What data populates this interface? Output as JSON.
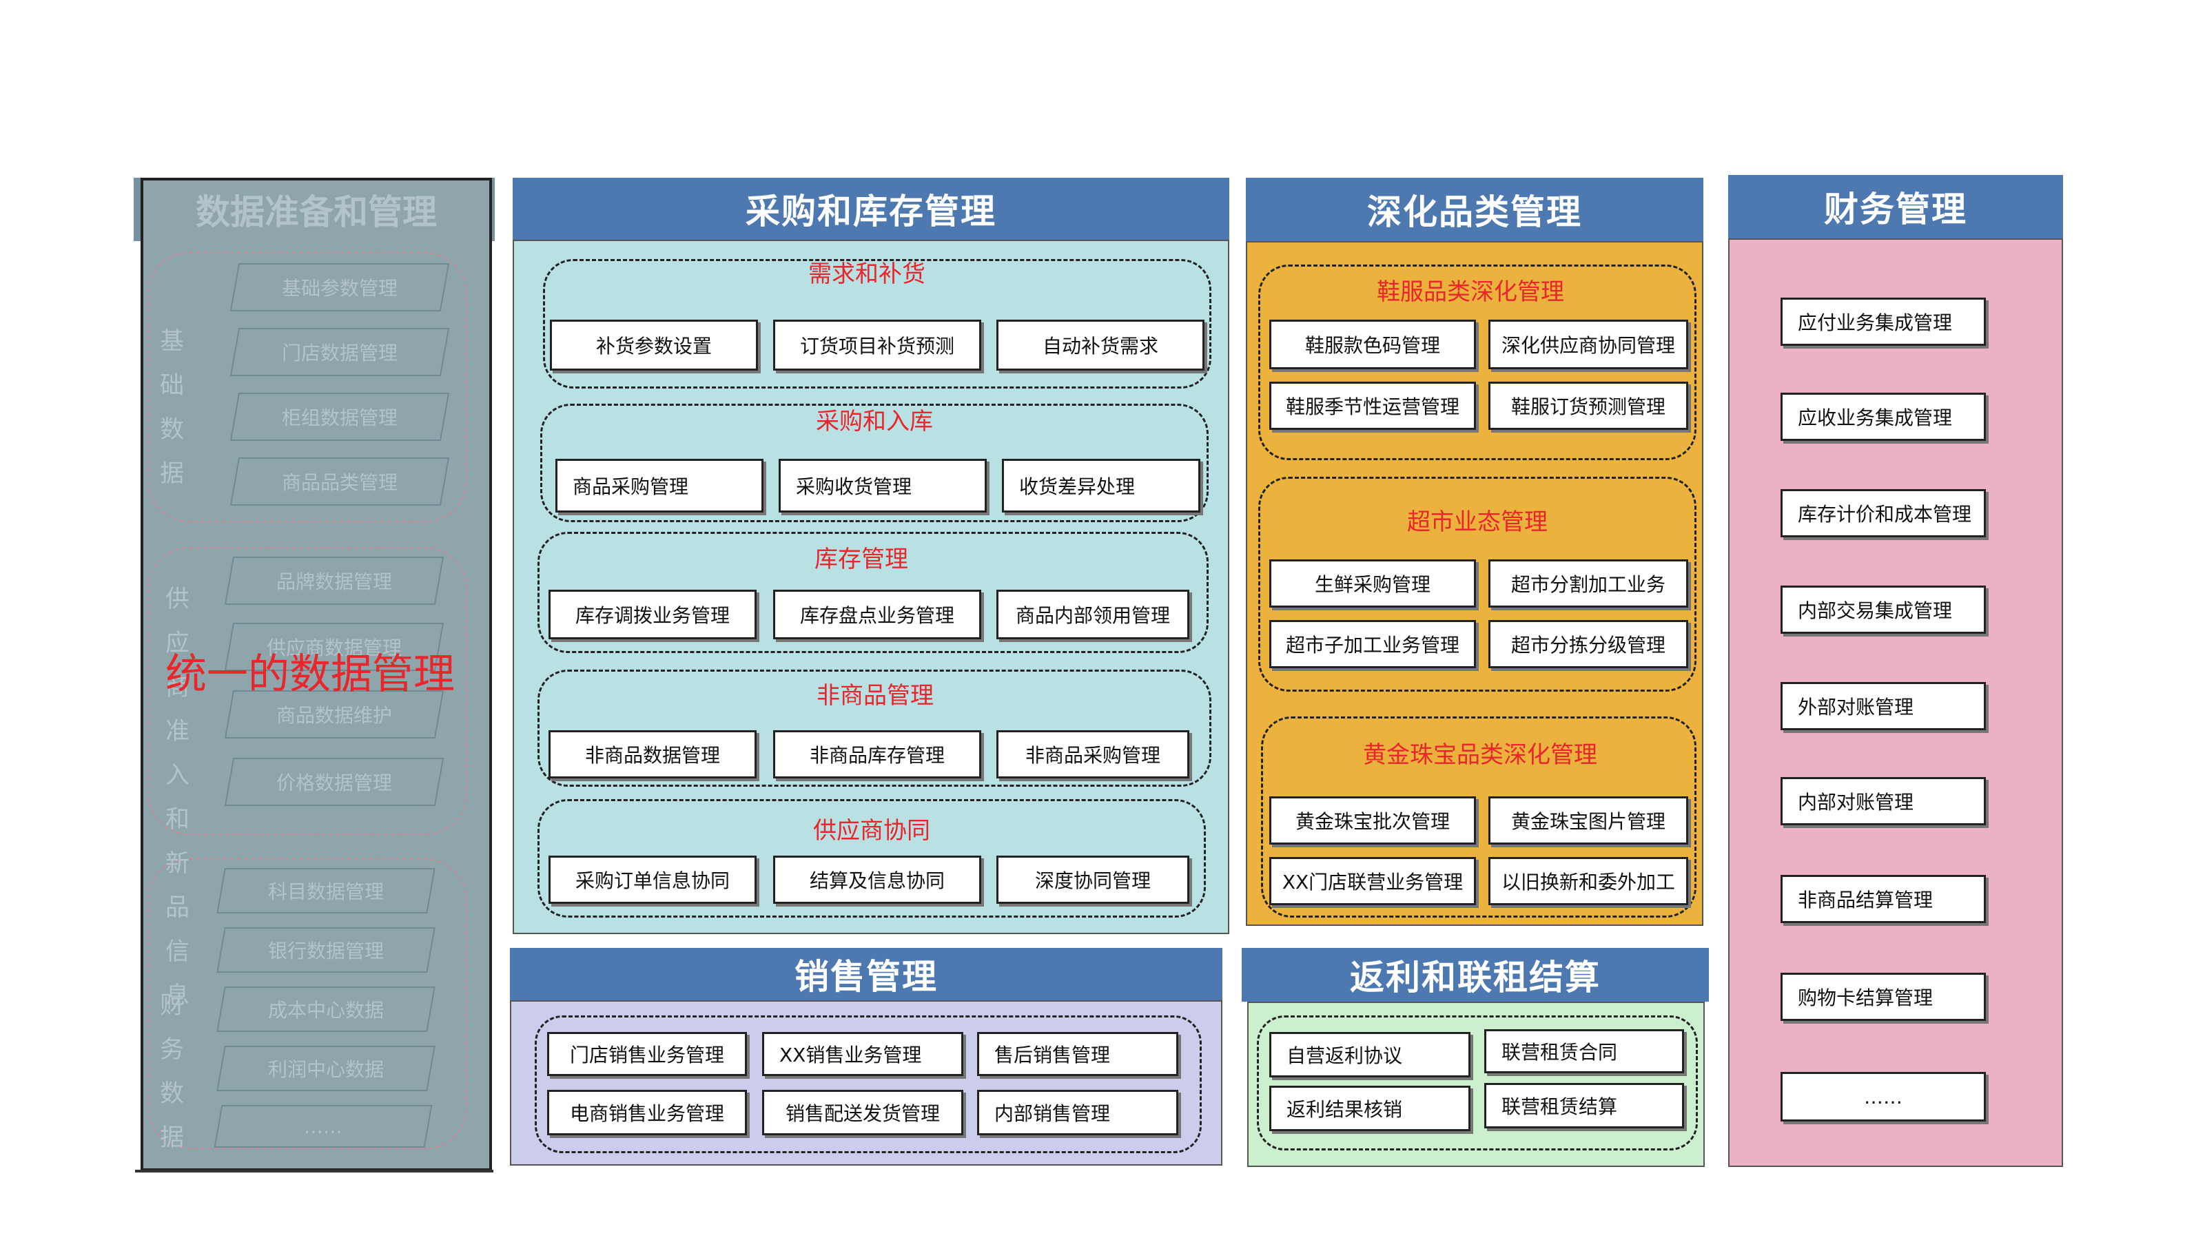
{
  "data_prep": {
    "title": "数据准备和管理",
    "overlay": "统一的数据管理",
    "groups": [
      {
        "label": "基础数据",
        "items": [
          "基础参数管理",
          "门店数据管理",
          "柜组数据管理",
          "商品品类管理"
        ]
      },
      {
        "label": "供应商准入和新品信息",
        "items": [
          "品牌数据管理",
          "供应商数据管理",
          "商品数据维护",
          "价格数据管理"
        ]
      },
      {
        "label": "财务数据",
        "items": [
          "科目数据管理",
          "银行数据管理",
          "成本中心数据",
          "利润中心数据",
          "……"
        ]
      }
    ]
  },
  "purchase": {
    "title": "采购和库存管理",
    "groups": [
      {
        "title": "需求和补货",
        "items": [
          "补货参数设置",
          "订货项目补货预测",
          "自动补货需求"
        ]
      },
      {
        "title": "采购和入库",
        "items": [
          "商品采购管理",
          "采购收货管理",
          "收货差异处理"
        ]
      },
      {
        "title": "库存管理",
        "items": [
          "库存调拨业务管理",
          "库存盘点业务管理",
          "商品内部领用管理"
        ]
      },
      {
        "title": "非商品管理",
        "items": [
          "非商品数据管理",
          "非商品库存管理",
          "非商品采购管理"
        ]
      },
      {
        "title": "供应商协同",
        "items": [
          "采购订单信息协同",
          "结算及信息协同",
          "深度协同管理"
        ]
      }
    ]
  },
  "sales": {
    "title": "销售管理",
    "items": [
      "门店销售业务管理",
      "XX销售业务管理",
      "售后销售管理",
      "电商销售业务管理",
      "销售配送发货管理",
      "内部销售管理"
    ]
  },
  "category": {
    "title": "深化品类管理",
    "groups": [
      {
        "title": "鞋服品类深化管理",
        "items": [
          "鞋服款色码管理",
          "深化供应商协同管理",
          "鞋服季节性运营管理",
          "鞋服订货预测管理"
        ]
      },
      {
        "title": "超市业态管理",
        "items": [
          "生鲜采购管理",
          "超市分割加工业务",
          "超市子加工业务管理",
          "超市分拣分级管理"
        ]
      },
      {
        "title": "黄金珠宝品类深化管理",
        "items": [
          "黄金珠宝批次管理",
          "黄金珠宝图片管理",
          "XX门店联营业务管理",
          "以旧换新和委外加工"
        ]
      }
    ]
  },
  "rebate": {
    "title": "返利和联租结算",
    "items": [
      "自营返利协议",
      "联营租赁合同",
      "返利结果核销",
      "联营租赁结算"
    ]
  },
  "finance": {
    "title": "财务管理",
    "items": [
      "应付业务集成管理",
      "应收业务集成管理",
      "库存计价和成本管理",
      "内部交易集成管理",
      "外部对账管理",
      "内部对账管理",
      "非商品结算管理",
      "购物卡结算管理",
      "……"
    ]
  },
  "colors": {
    "header": "#4e78b0",
    "purchase_bg": "#b9e0e3",
    "category_bg": "#ebb33e",
    "sales_bg": "#cccced",
    "rebate_bg": "#ccefcd",
    "finance_bg": "#ebb1c6",
    "data_prep_bg": "#8ea5ab",
    "group_title": "#e8262b"
  }
}
